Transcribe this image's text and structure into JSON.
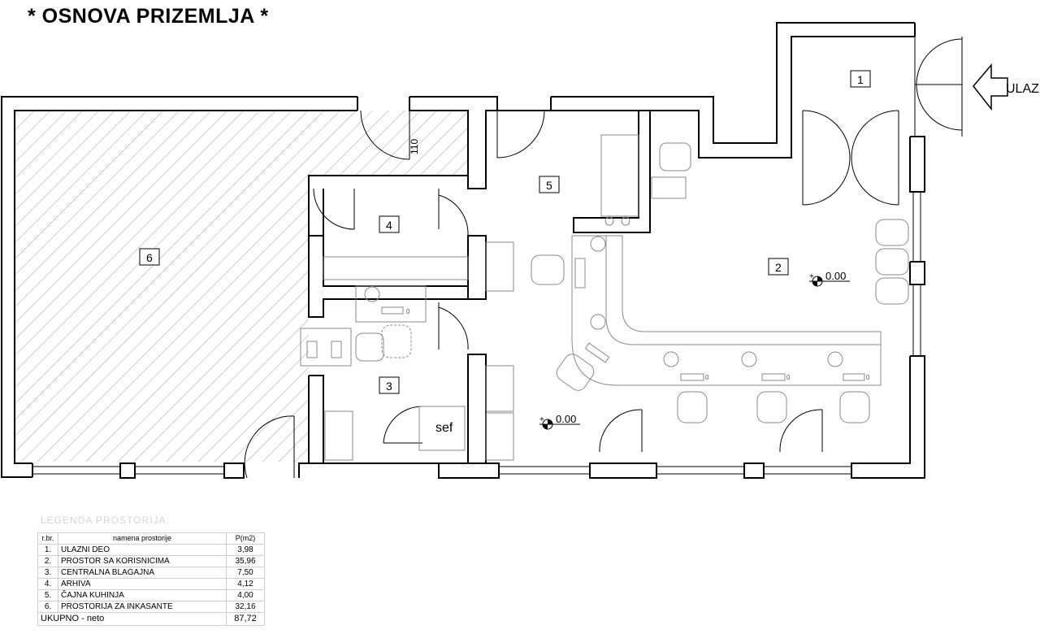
{
  "title": "* OSNOVA  PRIZEMLJA *",
  "entrance_label": "ULAZ",
  "door_width_label": "110",
  "safe_label": "sef",
  "level_marks": [
    "0.00",
    "0.00"
  ],
  "room_tags": [
    "1",
    "2",
    "3",
    "4",
    "5",
    "6"
  ],
  "desk_labels": [
    "0",
    "0",
    "0",
    "0"
  ],
  "legend": {
    "title": "LEGENDA  PROSTORIJA:",
    "headers": {
      "no": "r.br.",
      "name": "namena  prostorije",
      "area": "P(m2)"
    },
    "rows": [
      {
        "no": "1.",
        "name": "ULAZNI DEO",
        "area": "3,98"
      },
      {
        "no": "2.",
        "name": "PROSTOR SA KORISNICIMA",
        "area": "35,96"
      },
      {
        "no": "3.",
        "name": "CENTRALNA BLAGAJNA",
        "area": "7,50"
      },
      {
        "no": "4.",
        "name": "ARHIVA",
        "area": "4,12"
      },
      {
        "no": "5.",
        "name": "ČAJNA KUHINJA",
        "area": "4,00"
      },
      {
        "no": "6.",
        "name": "PROSTORIJA ZA INKASANTE",
        "area": "32,16"
      }
    ],
    "total": {
      "label": "UKUPNO  -  neto",
      "area": "87,72"
    }
  },
  "colors": {
    "wall": "#000000",
    "furniture": "#8a8a8a",
    "hatch": "#a0a0a0",
    "legend_title": "#d4d4d4"
  }
}
